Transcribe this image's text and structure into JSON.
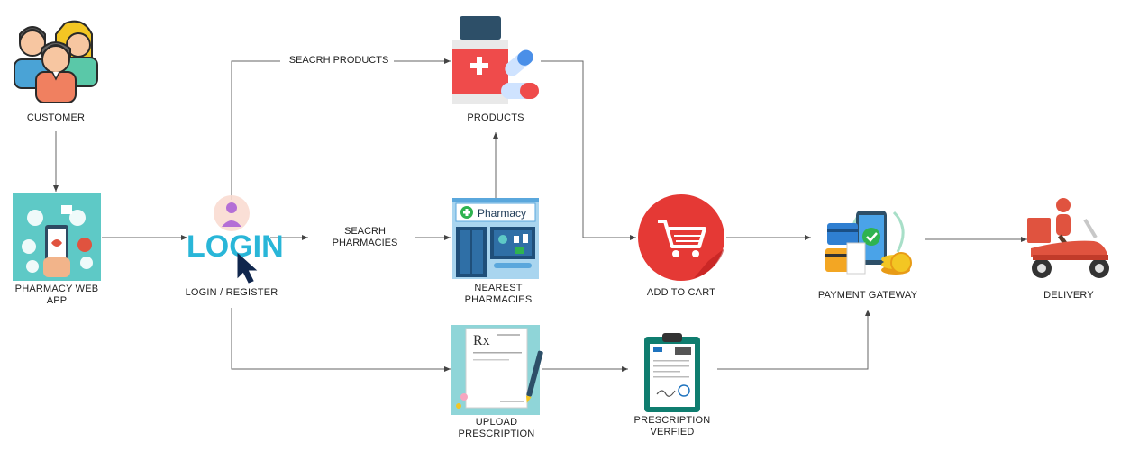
{
  "nodes": {
    "customer": "CUSTOMER",
    "web_app": [
      "PHARMACY WEB",
      "APP"
    ],
    "login": "LOGIN / REGISTER",
    "products": "PRODUCTS",
    "nearest": [
      "NEAREST",
      "PHARMACIES"
    ],
    "upload": [
      "UPLOAD",
      "PRESCRIPTION"
    ],
    "cart": "ADD TO CART",
    "verified": [
      "PRESCRIPTION",
      "VERFIED"
    ],
    "payment": "PAYMENT GATEWAY",
    "delivery": "DELIVERY"
  },
  "edge_labels": {
    "search_products": "SEACRH PRODUCTS",
    "search_pharmacies": [
      "SEACRH",
      "PHARMACIES"
    ]
  },
  "icon_text": {
    "login_logo": "LOGIN",
    "pharmacy_sign": "Pharmacy",
    "rx": "Rx"
  },
  "colors": {
    "line": "#555555",
    "cart_red": "#e53935",
    "teal": "#5ec9c6",
    "login_blue": "#29b6d8",
    "pharmacy_blue": "#1e73be"
  }
}
